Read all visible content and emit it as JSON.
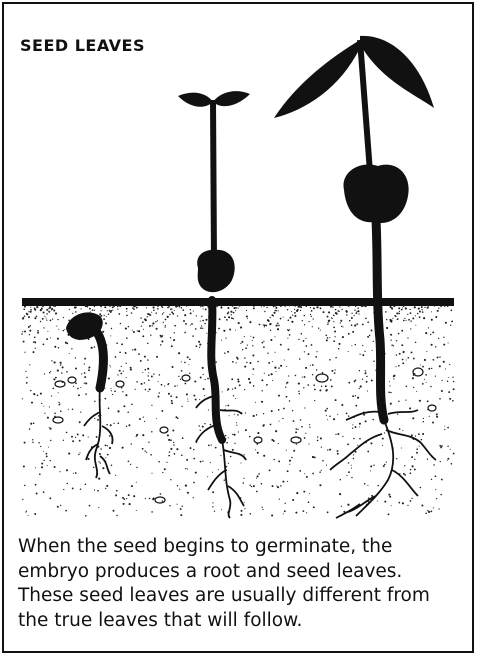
{
  "title": "SEED LEAVES",
  "caption_lines": [
    "When the seed begins to germinate, the",
    "embryo produces a root and seed leaves.",
    "These seed leaves are usually different from",
    "the true leaves that will follow."
  ],
  "colors": {
    "ink": "#111111",
    "soil_speckle": "#222222",
    "background": "#ffffff"
  }
}
